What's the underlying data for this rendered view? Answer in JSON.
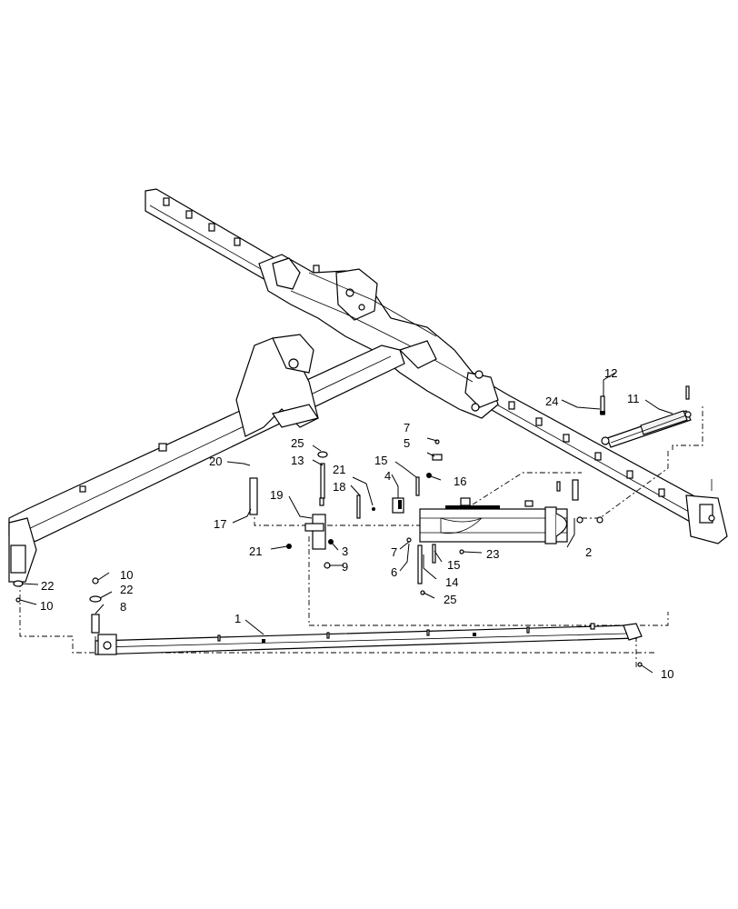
{
  "callouts": [
    {
      "id": "1",
      "text": "1"
    },
    {
      "id": "2",
      "text": "2"
    },
    {
      "id": "3",
      "text": "3"
    },
    {
      "id": "4",
      "text": "4"
    },
    {
      "id": "5",
      "text": "5"
    },
    {
      "id": "6",
      "text": "6"
    },
    {
      "id": "7a",
      "text": "7"
    },
    {
      "id": "7b",
      "text": "7"
    },
    {
      "id": "8",
      "text": "8"
    },
    {
      "id": "9",
      "text": "9"
    },
    {
      "id": "10a",
      "text": "10"
    },
    {
      "id": "10b",
      "text": "10"
    },
    {
      "id": "10c",
      "text": "10"
    },
    {
      "id": "11",
      "text": "11"
    },
    {
      "id": "12",
      "text": "12"
    },
    {
      "id": "13",
      "text": "13"
    },
    {
      "id": "14",
      "text": "14"
    },
    {
      "id": "15a",
      "text": "15"
    },
    {
      "id": "15b",
      "text": "15"
    },
    {
      "id": "16",
      "text": "16"
    },
    {
      "id": "17",
      "text": "17"
    },
    {
      "id": "18",
      "text": "18"
    },
    {
      "id": "19",
      "text": "19"
    },
    {
      "id": "20",
      "text": "20"
    },
    {
      "id": "21a",
      "text": "21"
    },
    {
      "id": "21b",
      "text": "21"
    },
    {
      "id": "22a",
      "text": "22"
    },
    {
      "id": "22b",
      "text": "22"
    },
    {
      "id": "23",
      "text": "23"
    },
    {
      "id": "24",
      "text": "24"
    },
    {
      "id": "25a",
      "text": "25"
    },
    {
      "id": "25b",
      "text": "25"
    }
  ]
}
